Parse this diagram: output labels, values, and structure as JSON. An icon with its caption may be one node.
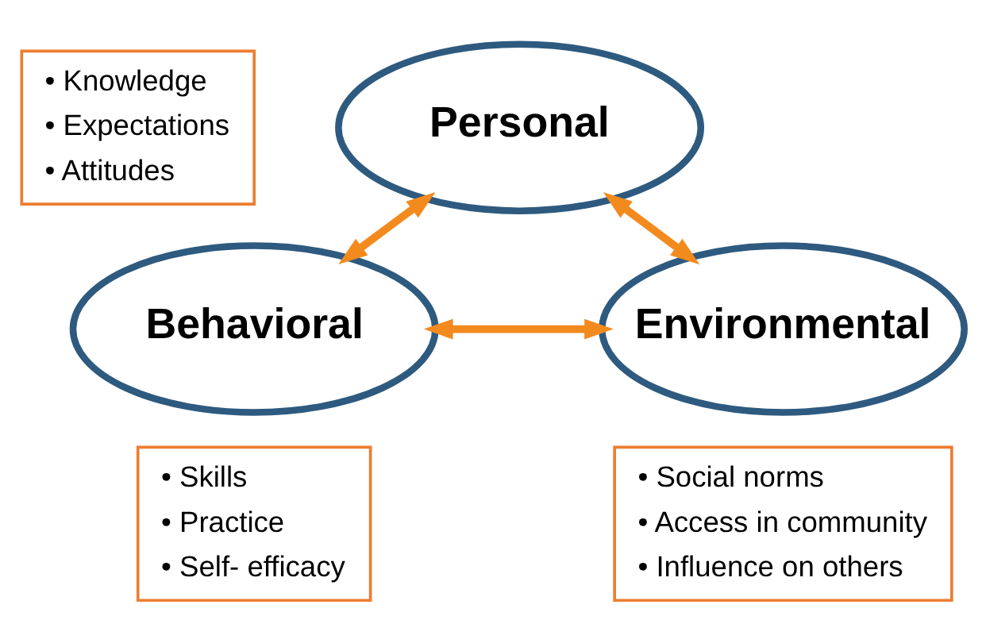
{
  "diagram": {
    "nodes": [
      {
        "text": [
          "• Knowledge",
          "• Expectations",
          "• Attitudes"
        ]
      },
      {
        "text": [
          "Personal"
        ]
      },
      {
        "text": [
          "Behavioral"
        ]
      },
      {
        "text": [
          "Environmental"
        ]
      },
      {
        "text": [
          "• Skills",
          "• Practice",
          "• Self- efficacy"
        ]
      },
      {
        "text": [
          "• Social norms",
          "• Access in community",
          "• Influence on others"
        ]
      }
    ],
    "edges": [
      {
        "from": 1,
        "to": 2,
        "arrow": "both"
      },
      {
        "from": 1,
        "to": 3,
        "arrow": "both"
      },
      {
        "from": 2,
        "to": 3,
        "arrow": "both"
      }
    ]
  }
}
